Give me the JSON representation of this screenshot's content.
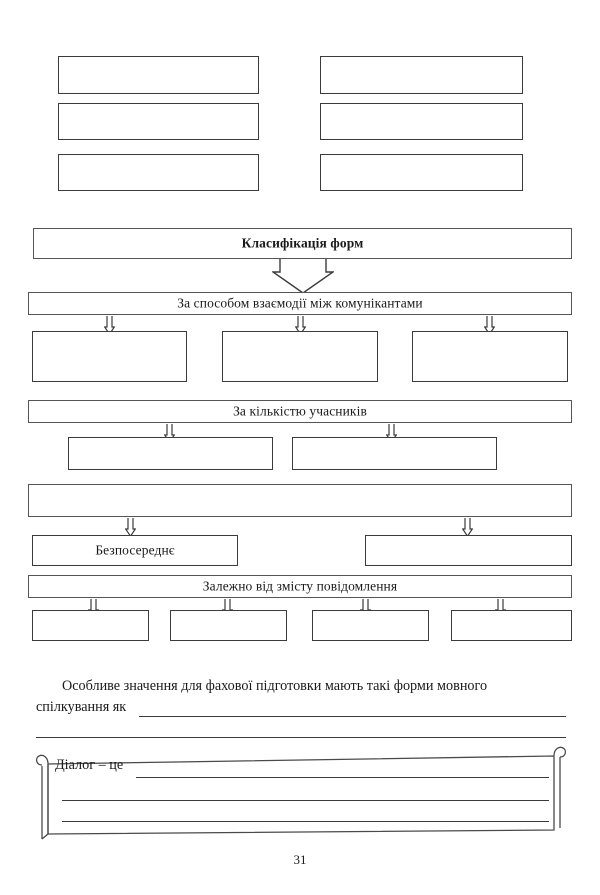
{
  "page": {
    "number": "31",
    "language": "uk"
  },
  "top_grid": {
    "boxes": [
      {
        "label": "",
        "col": "left",
        "row": 1
      },
      {
        "label": "",
        "col": "right",
        "row": 1
      },
      {
        "label": "",
        "col": "left",
        "row": 2
      },
      {
        "label": "",
        "col": "right",
        "row": 2
      },
      {
        "label": "",
        "col": "left",
        "row": 3
      },
      {
        "label": "",
        "col": "right",
        "row": 3
      }
    ]
  },
  "diagram": {
    "title": "Класифікація форм",
    "sections": [
      {
        "header": "За способом взаємодії між комунікантами",
        "children": [
          "",
          "",
          ""
        ]
      },
      {
        "header": "За кількістю учасників",
        "children": [
          "",
          ""
        ]
      },
      {
        "header": "",
        "children": [
          "Безпосереднє",
          ""
        ]
      },
      {
        "header": "Залежно від змісту повідомлення",
        "children": [
          "",
          "",
          "",
          ""
        ]
      }
    ]
  },
  "prompt": {
    "line1": "Особливе значення для фахової підготовки мають такі форми мовного",
    "line2": "спілкування як"
  },
  "scroll_note": {
    "label": "Діалог – це",
    "blank_lines": 3
  },
  "colors": {
    "ink": "#1a1a1a",
    "box_border": "#3b3b3b",
    "bar_border": "#555555",
    "rule": "#3a3a3a",
    "paper": "#ffffff"
  }
}
